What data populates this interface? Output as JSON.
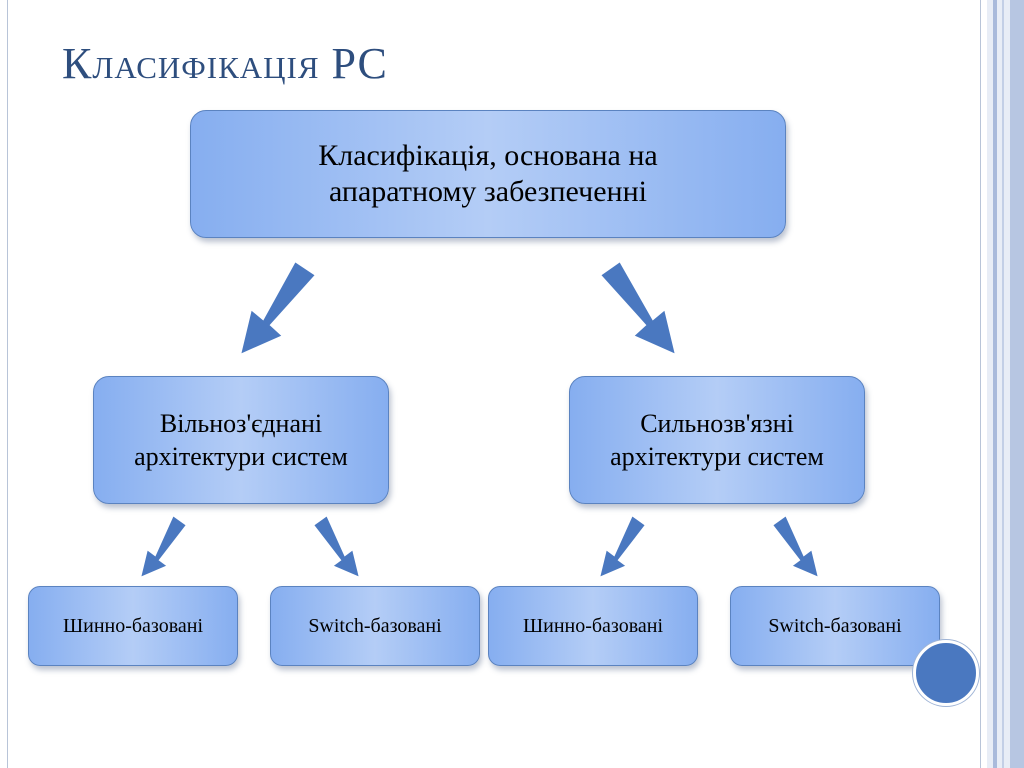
{
  "title": "Класифікація РС",
  "colors": {
    "title": "#2e4e7e",
    "node_fill": "#a8c4f4",
    "node_border": "#5b83c0",
    "arrow_fill": "#4a78c0",
    "arrow_stroke": "#ffffff"
  },
  "nodes": {
    "root": {
      "line1": "Класифікація, основана на",
      "line2": "апаратному забезпеченні"
    },
    "left": {
      "line1": "Вільноз'єднані",
      "line2": "архітектури систем"
    },
    "right": {
      "line1": "Сильнозв'язні",
      "line2": "архітектури систем"
    },
    "leaves": [
      "Шинно-базовані",
      "Switch-базовані",
      "Шинно-базовані",
      "Switch-базовані"
    ]
  },
  "edges": [
    {
      "from": "root",
      "to": "left"
    },
    {
      "from": "root",
      "to": "right"
    },
    {
      "from": "left",
      "to": "leaves.0"
    },
    {
      "from": "left",
      "to": "leaves.1"
    },
    {
      "from": "right",
      "to": "leaves.2"
    },
    {
      "from": "right",
      "to": "leaves.3"
    }
  ]
}
